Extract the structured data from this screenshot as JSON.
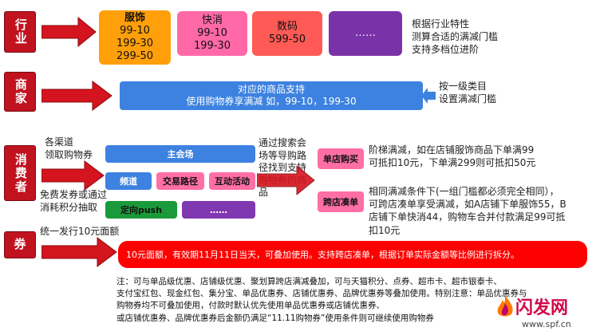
{
  "rows": {
    "industry": {
      "label": "行业",
      "cards": [
        {
          "title": "服饰",
          "lines": "99-10\n199-30\n299-50",
          "color": "#ff9f0a"
        },
        {
          "title": "快消",
          "lines": "99-10\n199-30",
          "color": "#ff69a8"
        },
        {
          "title": "数码",
          "lines": "599-50",
          "color": "#ff5a55"
        },
        {
          "title": "",
          "lines": "……",
          "color": "#7a32a8"
        }
      ],
      "note": "根据行业特性\n测算合适的满减门槛\n支持多档位进阶"
    },
    "merchant": {
      "label": "商家",
      "box_text": "对应的商品支持\n使用购物券享满减  如，99-10，199-30",
      "note": "按一级类目\n设置满减门槛"
    },
    "consumer": {
      "label": "消费者",
      "left_top": "各渠道\n领取购物券",
      "left_bottom": "免费发券或通过\n消耗积分抽取",
      "main_venue": "主会场",
      "channel": "频道",
      "path": "交易路径",
      "activity": "互动活动",
      "push": "定向push",
      "more": "……",
      "search_text": "通过搜索会\n场等导购路\n径找到支持\n购物券的商\n品",
      "single_label": "单店购买",
      "single_text": "阶梯满减，如在店铺服饰商品下单满99\n可抵扣10元，下单满299则可抵扣50元",
      "cross_label": "跨店凑单",
      "cross_text": "相同满减条件下(一组门槛都必须完全相同），\n可跨店凑单享受满减，如A店铺下单服饰55，B\n店铺下单快消44，购物车合并付款满足99可抵\n扣10元"
    },
    "coupon": {
      "label": "券",
      "top_text": "统一发行10元面额",
      "bar_text": "10元面额，有效期11月11日当天，可叠加使用。支持跨店凑单，根据订单实际金额等比例进行拆分。"
    }
  },
  "footnote": "注：可与单品级优惠、店铺级优惠、聚划算跨店满减叠加，可与天猫积分、点券、超市卡、超市银泰卡、\n支付宝红包、现金红包、集分宝、单品优惠券、店铺优惠券、品牌优惠券等叠加使用。特别注意：单品优惠券与\n购物券均不可叠加使用，付款时默认优先使用单品优惠券或店铺优惠券、\n或店铺优惠券、品牌优惠券后金额仍满足“11.11购物券”使用条件则可继续使用购物券",
  "watermark": {
    "logo": "闪发网",
    "url": "www.spf.cn"
  },
  "colors": {
    "red": "#c1121f",
    "arrow": "#d4141e",
    "blue": "#3d82e0",
    "green": "#1a9a3a",
    "pink": "#ff6fa5",
    "purple": "#8038b0",
    "bar_red": "#ff0000"
  }
}
